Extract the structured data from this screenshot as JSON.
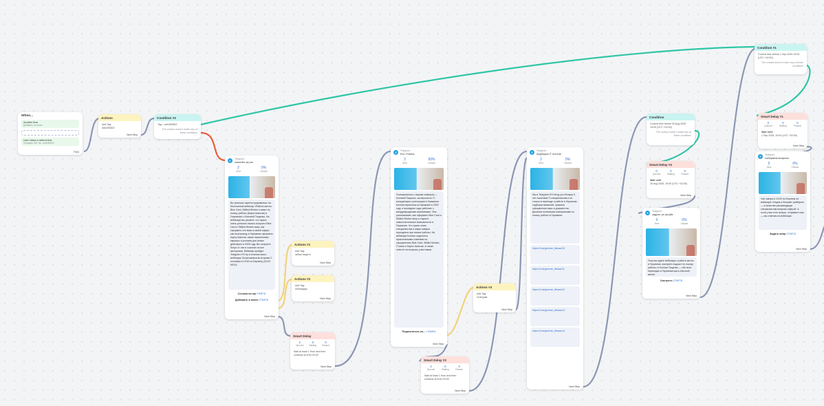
{
  "trigger": {
    "title": "When...",
    "items": [
      {
        "title": "Another flow",
        "sub": "Добавить в потоке"
      },
      {
        "title": "User clicks a referral link",
        "sub": "Передать Ref. ML: web250822"
      }
    ],
    "next": "Then"
  },
  "action1": {
    "title": "Actions",
    "line1": "Add Tag:",
    "line2": "web250822",
    "next": "Next Step"
  },
  "condition1": {
    "title": "Condition #3",
    "line1": "Tag = web250822",
    "otherwise": "The contact doesn't match any of these conditions"
  },
  "tg1": {
    "channel": "Telegram",
    "title": "спасибо за рег",
    "stats": [
      {
        "num": "2",
        "lbl": "Sent"
      },
      {
        "num": "0%",
        "lbl": "Clicked"
      }
    ],
    "text": "Вы успешно зарегистрировались на бесплатный вебинар «Работа мечты: Blue Card, Skilled Worker и визит по поиску работы (Карта Шансов) в Германии» с Ксенией Тищенко. На вебинаре вы узнаете: что нужно знать успешно начать получить Blue Card и Skilled Worker визу; как оформить эти визы в своей сфере; как иностранцу в Германии оформить Карту Шансов; какие перспективы карьеры и условия для семьи действуют в 2025 году. Вы получите бонус от нас в ссылках на все материалы. Вебинар пройдет Telegram HYI by в течение всего вебинара. Встречаемся во вторник 2 сентября в 19:00 по Берлину (20:00 МСК)!",
    "btn1": "Ссылка на зф",
    "btn2": "Добавить в кален",
    "tag": "OTMЕТИ",
    "next": "Next Step"
  },
  "action2": {
    "title": "Actions #1",
    "line1": "Add Tag:",
    "line2": "забыл видеть",
    "next": "Next Step"
  },
  "action3": {
    "title": "Actions #2",
    "line1": "Add Tag:",
    "line2": "календарь",
    "next": "Next Step"
  },
  "delay1": {
    "title": "Smart Delay",
    "stats": [
      {
        "num": "2",
        "lbl": "Queued"
      },
      {
        "num": "0",
        "lbl": "Waiting"
      },
      {
        "num": "0",
        "lbl": "Passed"
      }
    ],
    "text": "Wait at least 1 Hour and then continue at 8:00-20:00",
    "next": "Next Step"
  },
  "tg2": {
    "channel": "Telegram",
    "title": "Кто Утилка",
    "stats": [
      {
        "num": "2",
        "lbl": "Sent"
      },
      {
        "num": "50%",
        "lbl": "Clicked"
      }
    ],
    "text": "Познакомьтесь с вашим спикером — Ксенией Тищенко, экспертом по IT-конкуренции и релокации в Германию. Ксения переехала в Германию в 2009 году и последние годы работает с международными компаниями. Она рассказывает, как оформить Blue Card и Skilled Worker визу и открыть самостоятельные возможности в Германии. Что нужно знать специалистам и какие навыки пригодятся при поиске работы. На вебинаре Ксения поделится практическими советами по оформлению Blue Card, Skilled Worker, IT-визы и Карты Шансов. А также ответит на вопросы участников.",
    "btn": "Подписаться на...",
    "tag": "1 ЕЖИНА",
    "next": "Next Step"
  },
  "delay2": {
    "title": "Smart Delay #2",
    "stats": [
      {
        "num": "2",
        "lbl": "Queued"
      },
      {
        "num": "0",
        "lbl": "Waiting"
      },
      {
        "num": "0",
        "lbl": "Passed"
      }
    ],
    "text": "Wait at least 1 Hour and then continue at 8:00-20:00",
    "next": "Next Step"
  },
  "action4": {
    "title": "Actions #4",
    "line1": "Add Tag:",
    "line2": "телеграм",
    "next": "Next Step"
  },
  "tg3": {
    "channel": "Telegram",
    "title": "подборка IT постов",
    "stats": [
      {
        "num": "2",
        "lbl": "Sent"
      },
      {
        "num": "0%",
        "lbl": "Clicked"
      }
    ],
    "text": "Мы в Telegram HYI bring you больше 5 лет помогаем IT-специалистам и не только в переезде и работе в Германии: подборка вакансий, правила оформления визы и документов. Делимся полезными материалами по поиску работы в Германии.",
    "links": [
      "https://t.me/german_ittessa/10",
      "https://t.me/german_ittessa/11",
      "https://t.me/german_ittessa/12",
      "https://t.me/german_ittessa/13",
      "https://t.me/german_ittessa/14"
    ],
    "next": "Next Step"
  },
  "condition2": {
    "title": "Condition",
    "line1": "Current time before 30 Aug 2025 19:00 (UTC +02:00)",
    "otherwise": "The contact doesn't match any of these conditions"
  },
  "delay3": {
    "title": "Smart Delay #4",
    "stats": [
      {
        "num": "0",
        "lbl": "Queued"
      },
      {
        "num": "0",
        "lbl": "Waiting"
      },
      {
        "num": "0",
        "lbl": "Passed"
      }
    ],
    "text1": "Wait until",
    "text2": "30 Aug 2025, 19:00 (UTC +02:00)",
    "next": "Next Step"
  },
  "tg4": {
    "channel": "Telegram",
    "title": "задать за штуба",
    "stats": [
      {
        "num": "0",
        "lbl": "Sent"
      },
      {
        "num": "0%",
        "lbl": "Clicked"
      }
    ],
    "text": "Пока вы ждете вебинара о работе мечты в Германии, смотрите подкаст по поиску работы от Ксении Тищенко — обо всех переходах в Германии как в обычной жизни.",
    "btn": "Смотреть",
    "tag": "OTMЕТИ",
    "next": "Next Step"
  },
  "condition3": {
    "title": "Condition #1",
    "line1": "Current time before 1 Sep 2025 19:00 (UTC +02:00)",
    "otherwise": "The contact doesn't match any of these conditions"
  },
  "delay4": {
    "title": "Smart Delay #1",
    "stats": [
      {
        "num": "0",
        "lbl": "Queued"
      },
      {
        "num": "0",
        "lbl": "Waiting"
      },
      {
        "num": "0",
        "lbl": "Passed"
      }
    ],
    "text1": "Wait Until",
    "text2": "1 Sep 2025, 19:00 (UTC +02:00)",
    "next": "Next Step"
  },
  "tg5": {
    "channel": "Telegram",
    "title": "собираем вопросы",
    "stats": [
      {
        "num": "0",
        "lbl": "Sent"
      },
      {
        "num": "0%",
        "lbl": "Clicked"
      }
    ],
    "text": "Уже завтра в 19:00 по Берлину на вебинаре «Ищем и Ленким» разберем — в качестве рекомендации специалистам вопросы сферой. А если у вас есть вопрос, отправьте нам — мы ответим на вебинаре.",
    "btn": "Задать вопр",
    "tag": "OTMЕТИ",
    "next": "Next Step"
  },
  "colors": {
    "link": "#8d97b4",
    "green": "#2ec6a6",
    "red": "#ea5a3d"
  }
}
